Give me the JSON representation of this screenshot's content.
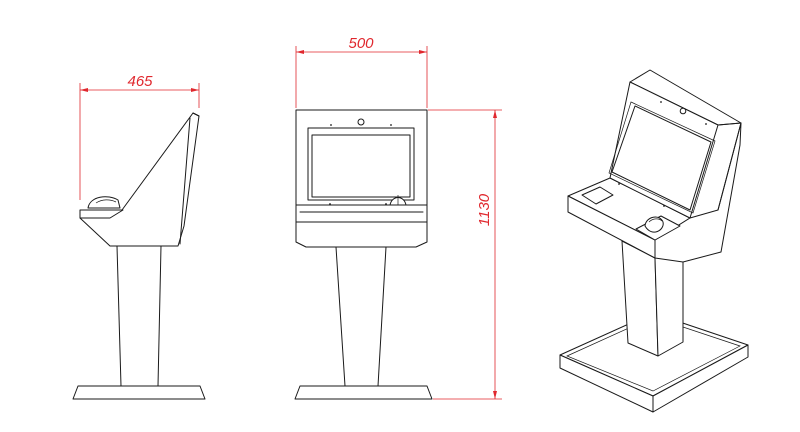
{
  "dimensions": {
    "depth": "465",
    "width": "500",
    "height": "1130"
  },
  "colors": {
    "line": "#1a1a1a",
    "dimension": "#e0282e",
    "background": "#ffffff"
  },
  "views": [
    "side-view",
    "front-view",
    "isometric-view"
  ]
}
